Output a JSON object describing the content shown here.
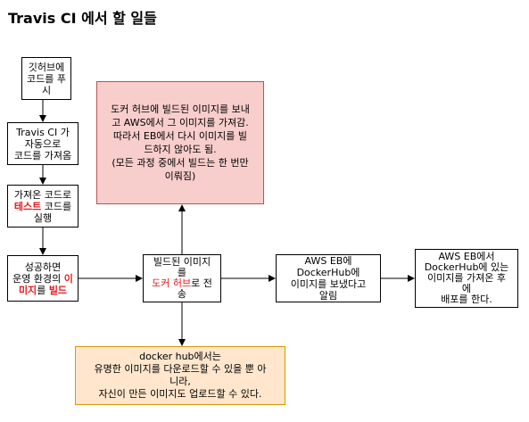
{
  "title": "Travis CI 에서 할 일들",
  "boxes": {
    "push": {
      "l1": "깃허브에",
      "l2": "코드를 푸시"
    },
    "fetch": {
      "l1": "Travis CI 가",
      "l2": "자동으로",
      "l3": "코드를 가져옴"
    },
    "test": {
      "l1": "가져온 코드로",
      "l2_red": "테스트",
      "l2_rest": " 코드를",
      "l3": "실행"
    },
    "build": {
      "l1": "성공하면",
      "l2a": "운영 환경의 ",
      "l2_red": "이",
      "l3_red1": "미지",
      "l3_mid": "를 ",
      "l3_red2": "빌드"
    },
    "sendhub": {
      "l1": "빌드된 이미지",
      "l2": "를",
      "l3_red": "도커 허브",
      "l3_rest": "로 전",
      "l4": "송"
    },
    "notify": {
      "l1": "AWS EB에",
      "l2": "DockerHub에",
      "l3": "이미지를 보냈다고",
      "l4": "알림"
    },
    "deploy": {
      "l1": "AWS EB에서",
      "l2": "DockerHub에 있는",
      "l3": "이미지를 가져온 후",
      "l4": "에",
      "l5": "배포를 한다."
    },
    "note_pink": {
      "l1": "도커 허브에 빌드된 이미지를 보내",
      "l2": "고 AWS에서 그 이미지를 가져감.",
      "l3": "따라서 EB에서 다시 이미지를 빌",
      "l4": "드하지 않아도 됨.",
      "l5": "(모든 과정 중에서 빌드는 한 번만",
      "l6": "이뤄짐)"
    },
    "note_orange": {
      "l1": "docker hub에서는",
      "l2": "유명한 이미지를 다운로드할 수 있을 뿐 아",
      "l3": "니라,",
      "l4": "자신이 만든 이미지도 업로드할 수 있다."
    }
  },
  "colors": {
    "highlight": "#e8181c",
    "pink_fill": "#f8cecc",
    "orange_fill": "#ffe6cc"
  }
}
